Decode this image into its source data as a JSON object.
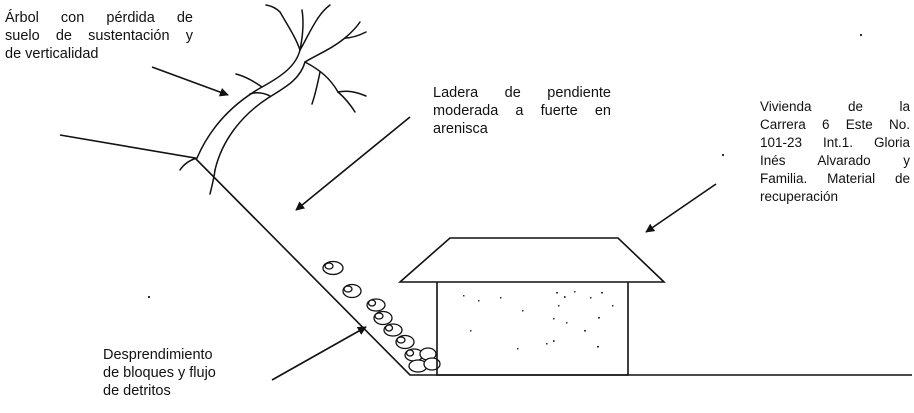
{
  "labels": {
    "tree": [
      "Árbol con pérdida de",
      "suelo de sustentación y",
      "de verticalidad"
    ],
    "slope": [
      "Ladera de pendiente",
      "moderada a fuerte en",
      "arenisca"
    ],
    "house": [
      "Vivienda de la",
      "Carrera 6 Este No.",
      "101-23 Int.1. Gloria",
      "Inés Alvarado y",
      "Familia. Material de",
      "recuperación"
    ],
    "debris": [
      "Desprendimiento",
      "de bloques y flujo",
      "de detritos"
    ]
  },
  "colors": {
    "ink": "#111111",
    "background": "#ffffff"
  }
}
